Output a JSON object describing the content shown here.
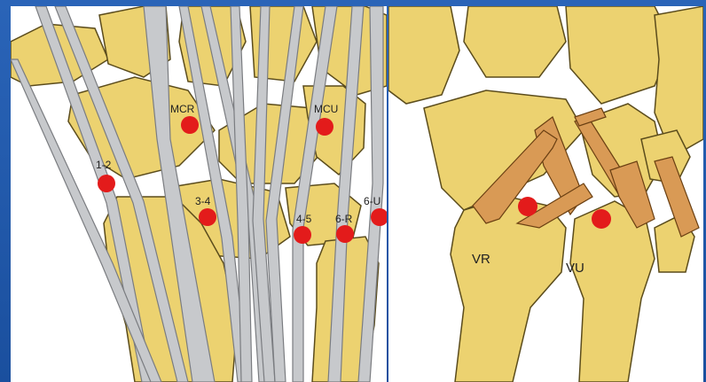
{
  "colors": {
    "frame": "#1e56a8",
    "bone": "#ecd270",
    "bone_outline": "#5b4c1c",
    "tendon": "#c7c9cc",
    "ligament": "#d99a55",
    "marker": "#e31b1b"
  },
  "left_diagram": {
    "portals": [
      {
        "label": "MCR"
      },
      {
        "label": "MCU"
      },
      {
        "label": "1-2"
      },
      {
        "label": "3-4"
      },
      {
        "label": "4-5"
      },
      {
        "label": "6-R"
      },
      {
        "label": "6-U"
      }
    ]
  },
  "right_diagram": {
    "portals": [
      {
        "label": "VR"
      },
      {
        "label": "VU"
      }
    ]
  }
}
